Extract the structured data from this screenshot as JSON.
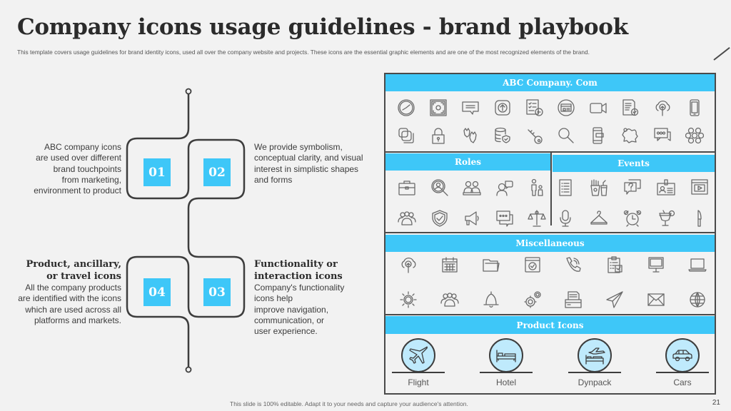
{
  "header": {
    "title": "Company icons usage guidelines - brand playbook",
    "subtitle": "This template covers usage guidelines for brand identity icons, used all over the company website and projects. These icons are the essential graphic elements and are one of the most recognized elements of the brand."
  },
  "steps": [
    {
      "number": "01",
      "heading": "",
      "text": "ABC company icons are used over different brand touchpoints from marketing, environment to product"
    },
    {
      "number": "02",
      "heading": "",
      "text": "We provide symbolism, conceptual clarity, and visual interest in simplistic shapes and forms"
    },
    {
      "number": "03",
      "heading": "Functionality or interaction icons",
      "text": "Company's functionality icons help improve navigation, communication, or user experience."
    },
    {
      "number": "04",
      "heading": "Product, ancillary, or travel icons",
      "text": "All the company products are identified with the icons which are used across all platforms and markets."
    }
  ],
  "step_lines": {
    "s1": [
      "ABC company icons",
      "are used over different",
      "brand touchpoints",
      "from marketing,",
      "environment to product"
    ],
    "s2": [
      "We provide symbolism,",
      "conceptual clarity, and visual",
      "interest in simplistic shapes",
      "and forms"
    ],
    "s3_heading": [
      "Functionality or",
      "interaction icons"
    ],
    "s3": [
      "Company's functionality",
      "icons help",
      "improve navigation,",
      "communication, or",
      "user experience."
    ],
    "s4_heading": [
      "Product, ancillary,",
      "or travel icons"
    ],
    "s4": [
      "All the company products",
      "are identified with the icons",
      "which are used across all",
      "platforms and markets."
    ]
  },
  "panel": {
    "sections": {
      "company": {
        "title": "ABC Company. Com",
        "icons_row1": [
          "clock-icon",
          "focus-frame-icon",
          "message-bubble-icon",
          "upload-arrow-icon",
          "checklist-icon",
          "browser-window-icon",
          "video-camera-icon",
          "approved-document-icon",
          "cloud-upload-icon",
          "smartphone-icon"
        ],
        "icons_row2": [
          "layers-copy-icon",
          "padlock-icon",
          "hands-icon",
          "secure-database-icon",
          "key-icon",
          "magnifier-icon",
          "mobile-payment-icon",
          "puzzle-piece-icon",
          "chat-dots-icon",
          "molecule-network-icon"
        ]
      },
      "roles": {
        "title": "Roles",
        "icons_row1": [
          "briefcase-icon",
          "search-candidate-icon",
          "team-pair-icon",
          "person-speech-icon",
          "family-icon"
        ],
        "icons_row2": [
          "group-icon",
          "shield-check-icon",
          "megaphone-icon",
          "conversation-icon",
          "balance-scale-icon"
        ]
      },
      "events": {
        "title": "Events",
        "icons_row1": [
          "list-icon",
          "popcorn-drink-icon",
          "question-chat-icon",
          "id-badge-icon",
          "video-player-icon"
        ],
        "icons_row2": [
          "microphone-icon",
          "hanger-icon",
          "alarm-clock-icon",
          "cocktail-icon",
          "knife-icon"
        ]
      },
      "misc": {
        "title": "Miscellaneous",
        "icons_row1": [
          "cloud-upload-icon",
          "calendar-icon",
          "folder-icon",
          "web-check-icon",
          "phone-call-icon",
          "clipboard-check-icon",
          "desktop-monitor-icon",
          "laptop-icon"
        ],
        "icons_row2": [
          "gear-icon",
          "group-icon",
          "bell-icon",
          "gears-icon",
          "inbox-tray-icon",
          "paper-plane-icon",
          "envelope-icon",
          "globe-icon"
        ]
      },
      "products": {
        "title": "Product Icons",
        "items": [
          {
            "label": "Flight",
            "icon": "airplane-icon"
          },
          {
            "label": "Hotel",
            "icon": "bed-icon"
          },
          {
            "label": "Dynpack",
            "icon": "plane-bed-icon"
          },
          {
            "label": "Cars",
            "icon": "car-icon"
          }
        ]
      }
    }
  },
  "colors": {
    "accent": "#3ec7f8",
    "background": "#f2f2f2",
    "border": "#4a4a4a",
    "product_circle": "#bfeafc"
  },
  "footer": {
    "note": "This slide is 100% editable. Adapt it to your needs and capture your audience's attention.",
    "page_number": "21"
  }
}
